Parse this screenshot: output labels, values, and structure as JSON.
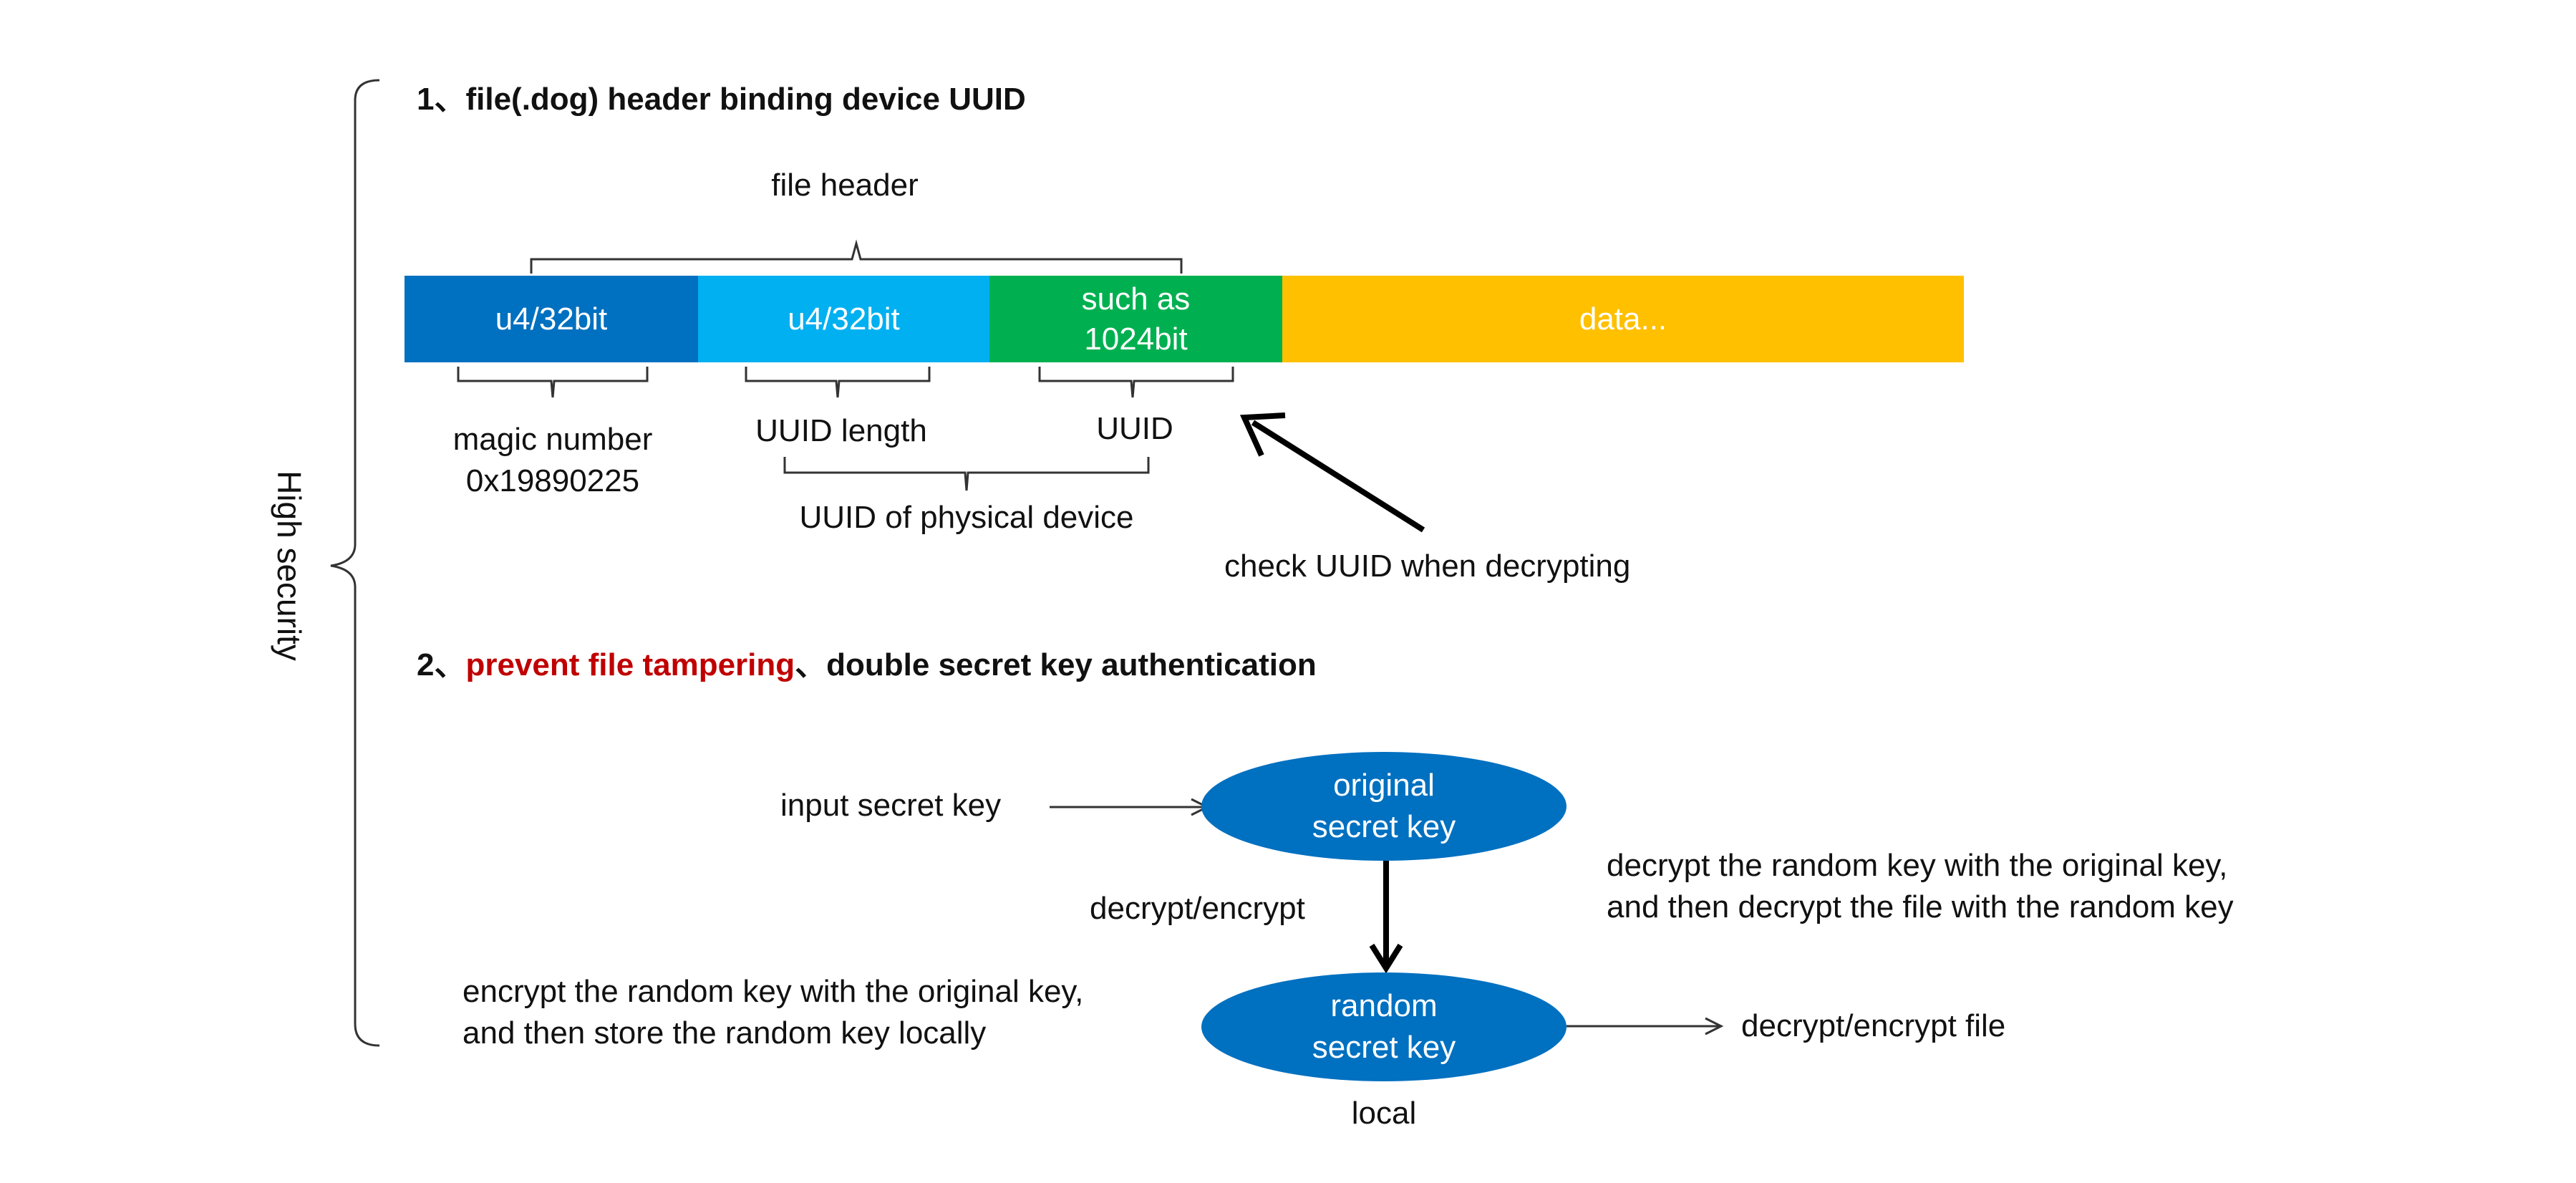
{
  "side_label": "High security",
  "section1": {
    "title": "1、file(.dog) header binding device UUID",
    "file_header_label": "file header",
    "segments": [
      {
        "label": "u4/32bit",
        "color": "#0070c0"
      },
      {
        "label": "u4/32bit",
        "color": "#00b0f0"
      },
      {
        "label_line1": "such as",
        "label_line2": "1024bit",
        "color": "#00b050"
      },
      {
        "label": "data...",
        "color": "#ffc000"
      }
    ],
    "magic_label_line1": "magic number",
    "magic_label_line2": "0x19890225",
    "uuid_length_label": "UUID length",
    "uuid_label": "UUID",
    "uuid_physical_label": "UUID of physical device",
    "check_label": "check UUID when decrypting"
  },
  "section2": {
    "title_prefix": "2、",
    "title_red": "prevent file tampering",
    "title_sep": "、",
    "title_rest": "double secret key authentication",
    "input_label": "input secret key",
    "original_line1": "original",
    "original_line2": "secret key",
    "random_line1": "random",
    "random_line2": "secret key",
    "decrypt_encrypt_label": "decrypt/encrypt",
    "right_note_line1": "decrypt the random key with the original key,",
    "right_note_line2": "and then decrypt the file with the random key",
    "left_note_line1": "encrypt the random key with the original key,",
    "left_note_line2": "and then store the random key locally",
    "file_label": "decrypt/encrypt file",
    "local_label": "local",
    "ellipse_color": "#0070c0"
  }
}
